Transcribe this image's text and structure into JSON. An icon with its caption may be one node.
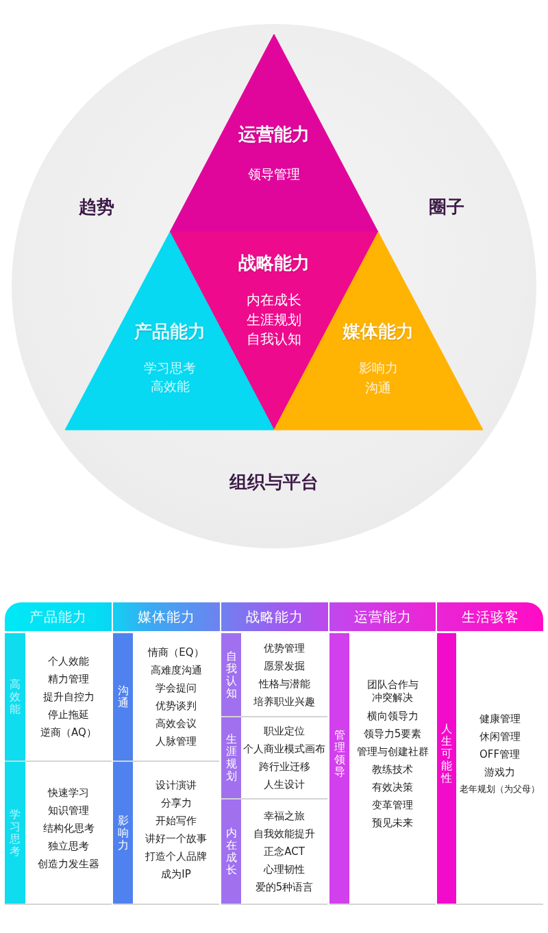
{
  "diagram": {
    "nodes": [
      {
        "text": [
          "趋势",
          "圈子",
          "组织与平台"
        ]
      },
      {
        "text": [
          "运营能力",
          "领导管理"
        ],
        "in": 0
      },
      {
        "text": [
          "战略能力",
          "内在成长",
          "生涯规划",
          "自我认知"
        ],
        "in": 0
      },
      {
        "text": [
          "产品能力",
          "学习思考",
          "高效能"
        ],
        "in": 0
      },
      {
        "text": [
          "媒体能力",
          "影响力",
          "沟通"
        ],
        "in": 0
      },
      {
        "text": [
          "产品能力"
        ]
      },
      {
        "text": [
          "媒体能力"
        ]
      },
      {
        "text": [
          "战略能力"
        ]
      },
      {
        "text": [
          "运营能力"
        ]
      },
      {
        "text": [
          "生活骇客"
        ]
      },
      {
        "text": [
          "高效能"
        ]
      },
      {
        "text": [
          "个人效能",
          "精力管理",
          "提升自控力",
          "停止拖延",
          "逆商（AQ）"
        ]
      },
      {
        "text": [
          "学习思考"
        ]
      },
      {
        "text": [
          "快速学习",
          "知识管理",
          "结构化思考",
          "独立思考",
          "创造力发生器"
        ]
      },
      {
        "text": [
          "沟通"
        ]
      },
      {
        "text": [
          "情商（EQ）",
          "高难度沟通",
          "学会提问",
          "优势谈判",
          "高效会议",
          "人脉管理"
        ]
      },
      {
        "text": [
          "影响力"
        ]
      },
      {
        "text": [
          "设计演讲",
          "分享力",
          "开始写作",
          "讲好一个故事",
          "打造个人品牌",
          "成为IP"
        ]
      },
      {
        "text": [
          "自我认知"
        ]
      },
      {
        "text": [
          "优势管理",
          "愿景发掘",
          "性格与潜能",
          "培养职业兴趣"
        ]
      },
      {
        "text": [
          "生涯规划"
        ]
      },
      {
        "text": [
          "职业定位",
          "个人商业模式画布",
          "跨行业迁移",
          "人生设计"
        ]
      },
      {
        "text": [
          "内在成长"
        ]
      },
      {
        "text": [
          "幸福之旅",
          "自我效能提升",
          "正念ACT",
          "心理韧性",
          "爱的5种语言"
        ]
      },
      {
        "text": [
          "管理领导"
        ]
      },
      {
        "text": [
          "团队合作与冲突解决",
          "横向领导力",
          "领导力5要素",
          "管理与创建社群",
          "教练技术",
          "有效决策",
          "变革管理",
          "预见未来"
        ]
      },
      {
        "text": [
          "人生可能性"
        ]
      },
      {
        "text": [
          "健康管理",
          "休闲管理",
          "OFF管理",
          "游戏力",
          "老年规划（为父母）"
        ]
      }
    ]
  }
}
